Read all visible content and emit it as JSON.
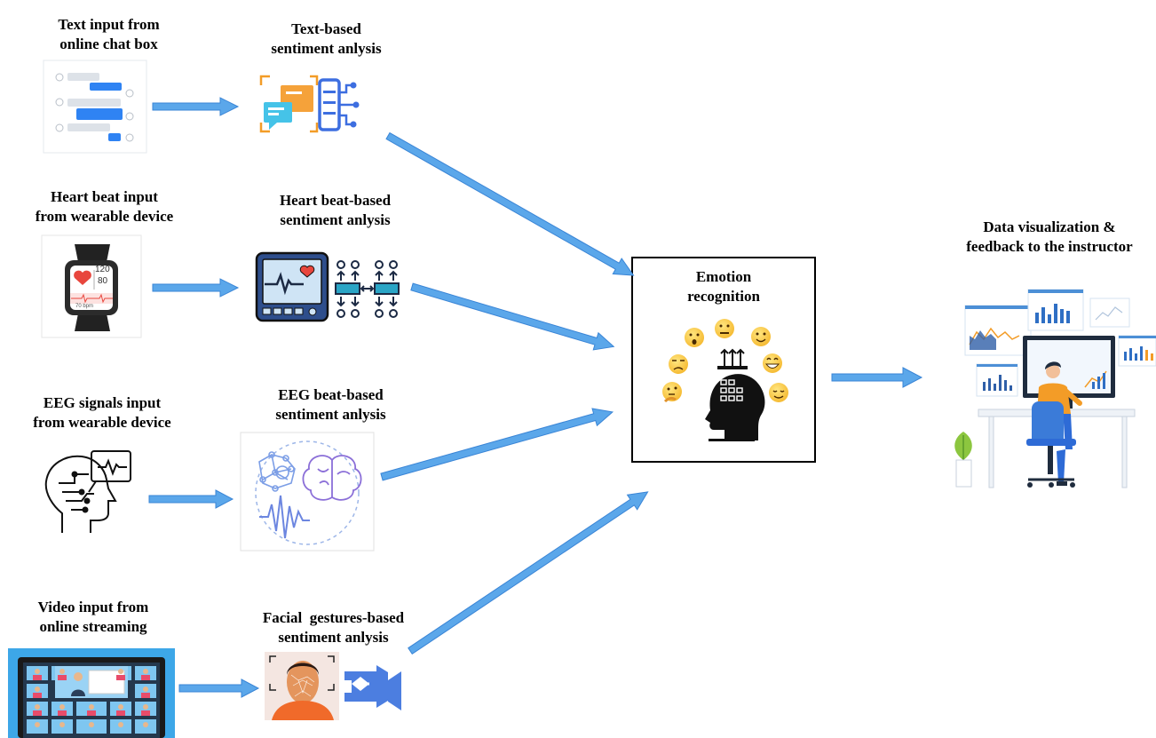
{
  "inputs": [
    {
      "line1": "Text input from",
      "line2": "online chat box"
    },
    {
      "line1": "Heart beat input",
      "line2": "from wearable device"
    },
    {
      "line1": "EEG signals input",
      "line2": "from wearable device"
    },
    {
      "line1": "Video input from",
      "line2": "online streaming"
    }
  ],
  "analyses": [
    {
      "line1": "Text-based",
      "line2": "sentiment anlysis"
    },
    {
      "line1": "Heart beat-based",
      "line2": "sentiment anlysis"
    },
    {
      "line1": "EEG beat-based",
      "line2": "sentiment anlysis"
    },
    {
      "line1": "Facial  gestures-based",
      "line2": "sentiment anlysis"
    }
  ],
  "center": {
    "line1": "Emotion",
    "line2": "recognition"
  },
  "output": {
    "line1": "Data visualization &",
    "line2": "feedback to the instructor"
  },
  "watch": {
    "top": "120",
    "bottom": "80",
    "bpm": "70 bpm"
  },
  "colors": {
    "arrow": "#5ba7ea",
    "arrow_edge": "#2f7fd0",
    "chat": "#2f83f3",
    "orange": "#f39c27",
    "heart": "#e8463d"
  }
}
